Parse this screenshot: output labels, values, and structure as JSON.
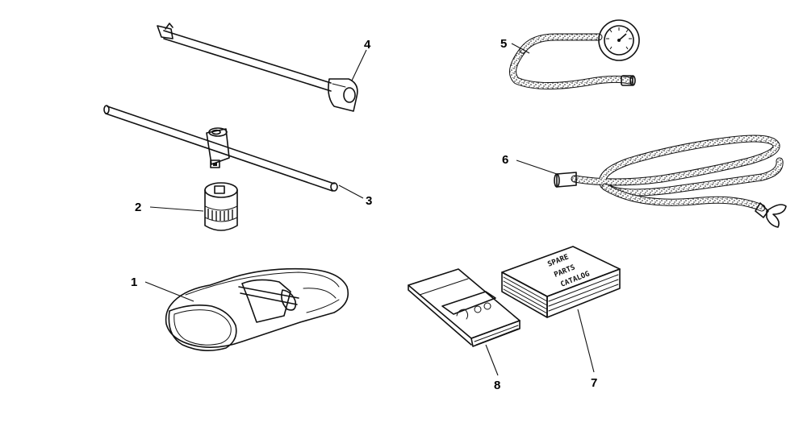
{
  "figure": {
    "callouts": [
      {
        "id": "1",
        "label": "1"
      },
      {
        "id": "2",
        "label": "2"
      },
      {
        "id": "3",
        "label": "3"
      },
      {
        "id": "4",
        "label": "4"
      },
      {
        "id": "5",
        "label": "5"
      },
      {
        "id": "6",
        "label": "6"
      },
      {
        "id": "7",
        "label": "7"
      },
      {
        "id": "8",
        "label": "8"
      }
    ],
    "book_title_lines": [
      "SPARE",
      "PARTS",
      "CATALOG"
    ]
  }
}
